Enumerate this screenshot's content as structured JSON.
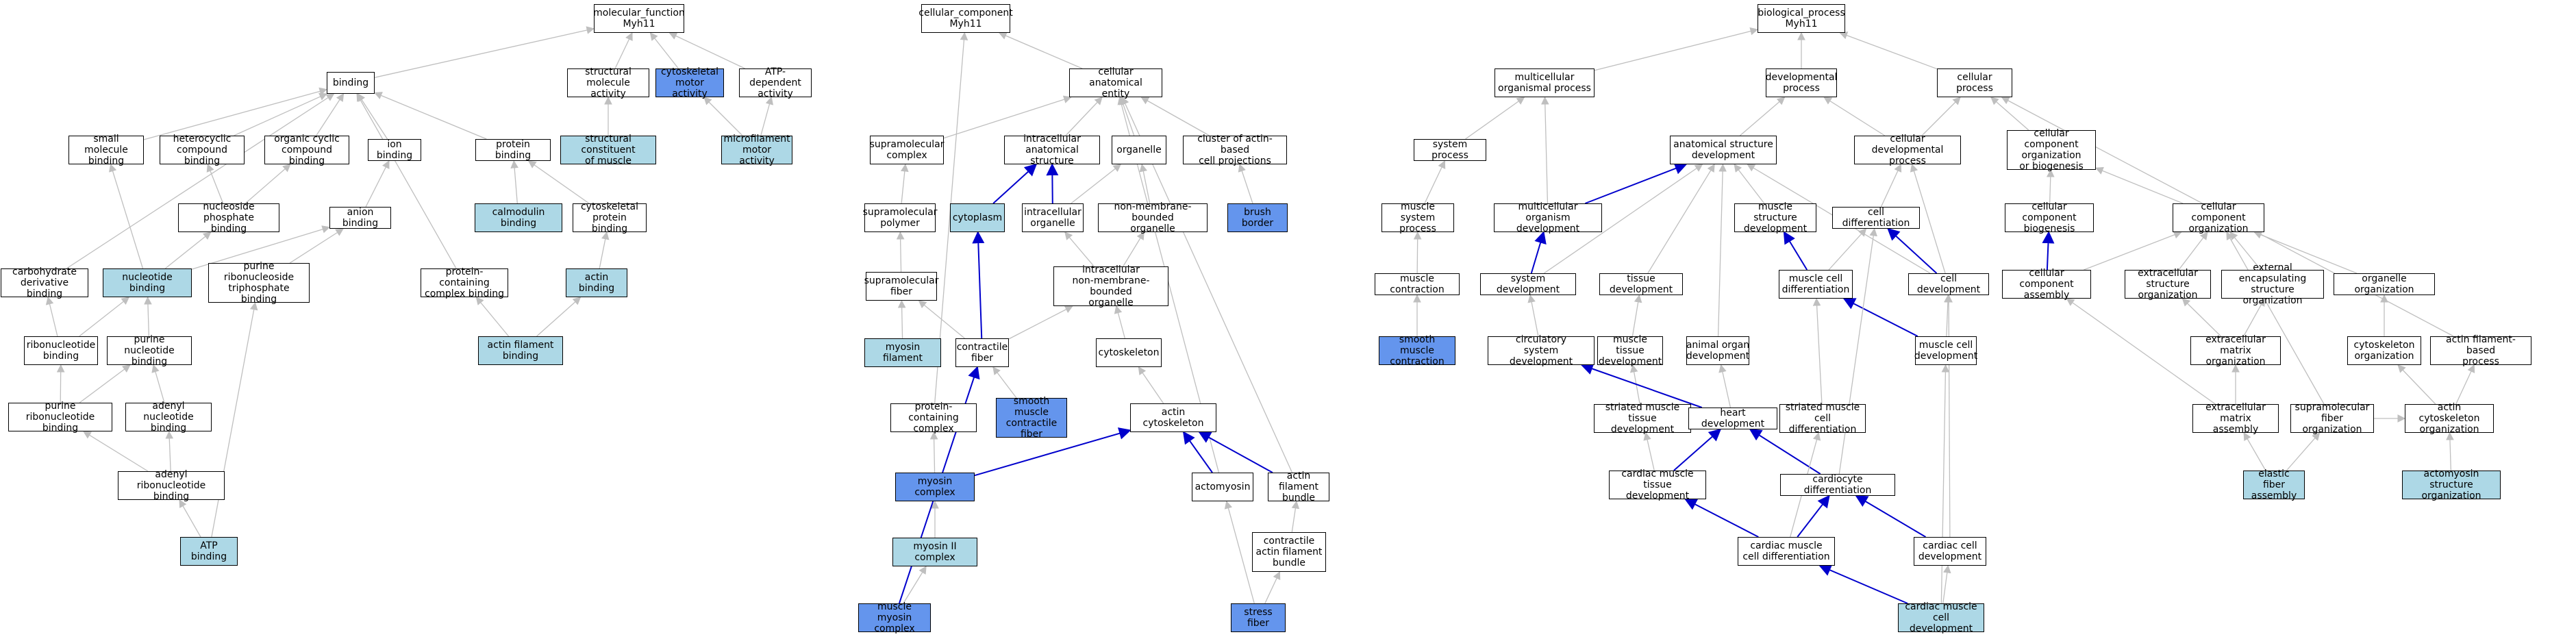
{
  "colors": {
    "plain": "#ffffff",
    "light": "#add8e6",
    "dark": "#6495ed",
    "edge": "#bfbfbf",
    "edge_strong": "#0000cc"
  },
  "nodes": [
    {
      "id": "mf",
      "label": "molecular_function\nMyh11",
      "fill": "plain"
    },
    {
      "id": "binding",
      "label": "binding",
      "fill": "plain"
    },
    {
      "id": "struct_mol",
      "label": "structural molecule\nactivity",
      "fill": "plain"
    },
    {
      "id": "cyto_motor",
      "label": "cytoskeletal\nmotor activity",
      "fill": "dark"
    },
    {
      "id": "atp_dep",
      "label": "ATP-dependent\nactivity",
      "fill": "plain"
    },
    {
      "id": "small_mol",
      "label": "small molecule\nbinding",
      "fill": "plain"
    },
    {
      "id": "hetero",
      "label": "heterocyclic\ncompound binding",
      "fill": "plain"
    },
    {
      "id": "organic",
      "label": "organic cyclic\ncompound binding",
      "fill": "plain"
    },
    {
      "id": "ion",
      "label": "ion binding",
      "fill": "plain"
    },
    {
      "id": "protein_b",
      "label": "protein binding",
      "fill": "plain"
    },
    {
      "id": "struct_const",
      "label": "structural constituent\nof muscle",
      "fill": "light"
    },
    {
      "id": "microfil",
      "label": "microfilament\nmotor activity",
      "fill": "light"
    },
    {
      "id": "nucleoside",
      "label": "nucleoside phosphate\nbinding",
      "fill": "plain"
    },
    {
      "id": "anion",
      "label": "anion binding",
      "fill": "plain"
    },
    {
      "id": "calmodulin",
      "label": "calmodulin binding",
      "fill": "light"
    },
    {
      "id": "cyto_prot",
      "label": "cytoskeletal\nprotein binding",
      "fill": "plain"
    },
    {
      "id": "carb",
      "label": "carbohydrate\nderivative binding",
      "fill": "plain"
    },
    {
      "id": "nucleotide",
      "label": "nucleotide binding",
      "fill": "light"
    },
    {
      "id": "purine_ribo_tri",
      "label": "purine ribonucleoside\ntriphosphate\nbinding",
      "fill": "plain"
    },
    {
      "id": "prot_complex",
      "label": "protein-containing\ncomplex binding",
      "fill": "plain"
    },
    {
      "id": "actin_b",
      "label": "actin binding",
      "fill": "light"
    },
    {
      "id": "ribonuc",
      "label": "ribonucleotide\nbinding",
      "fill": "plain"
    },
    {
      "id": "purine_nuc",
      "label": "purine nucleotide\nbinding",
      "fill": "plain"
    },
    {
      "id": "actin_fil_b",
      "label": "actin filament\nbinding",
      "fill": "light"
    },
    {
      "id": "purine_ribonuc",
      "label": "purine ribonucleotide\nbinding",
      "fill": "plain"
    },
    {
      "id": "adenyl_nuc",
      "label": "adenyl nucleotide\nbinding",
      "fill": "plain"
    },
    {
      "id": "adenyl_ribo",
      "label": "adenyl ribonucleotide\nbinding",
      "fill": "plain"
    },
    {
      "id": "atp_b",
      "label": "ATP binding",
      "fill": "light"
    },
    {
      "id": "cc",
      "label": "cellular_component\nMyh11",
      "fill": "plain"
    },
    {
      "id": "cell_anat",
      "label": "cellular anatomical\nentity",
      "fill": "plain"
    },
    {
      "id": "supramol_cx",
      "label": "supramolecular\ncomplex",
      "fill": "plain"
    },
    {
      "id": "intra_anat",
      "label": "intracellular\nanatomical structure",
      "fill": "plain"
    },
    {
      "id": "organelle",
      "label": "organelle",
      "fill": "plain"
    },
    {
      "id": "cluster",
      "label": "cluster of actin-based\ncell projections",
      "fill": "plain"
    },
    {
      "id": "supramol_poly",
      "label": "supramolecular\npolymer",
      "fill": "plain"
    },
    {
      "id": "cytoplasm",
      "label": "cytoplasm",
      "fill": "light"
    },
    {
      "id": "intra_org",
      "label": "intracellular\norganelle",
      "fill": "plain"
    },
    {
      "id": "nonmem_org",
      "label": "non-membrane-bounded\norganelle",
      "fill": "plain"
    },
    {
      "id": "brush",
      "label": "brush border",
      "fill": "dark"
    },
    {
      "id": "supramol_fib",
      "label": "supramolecular\nfiber",
      "fill": "plain"
    },
    {
      "id": "intra_nonmem",
      "label": "intracellular\nnon-membrane-bounded\norganelle",
      "fill": "plain"
    },
    {
      "id": "myosin_fil",
      "label": "myosin filament",
      "fill": "light"
    },
    {
      "id": "contractile",
      "label": "contractile\nfiber",
      "fill": "plain"
    },
    {
      "id": "cytoskeleton",
      "label": "cytoskeleton",
      "fill": "plain"
    },
    {
      "id": "prot_cx",
      "label": "protein-containing\ncomplex",
      "fill": "plain"
    },
    {
      "id": "smooth_cf",
      "label": "smooth muscle\ncontractile\nfiber",
      "fill": "dark"
    },
    {
      "id": "actin_cyto",
      "label": "actin cytoskeleton",
      "fill": "plain"
    },
    {
      "id": "myosin_cx",
      "label": "myosin complex",
      "fill": "dark"
    },
    {
      "id": "actomyosin",
      "label": "actomyosin",
      "fill": "plain"
    },
    {
      "id": "actin_fil_bundle",
      "label": "actin filament\nbundle",
      "fill": "plain"
    },
    {
      "id": "myosin2",
      "label": "myosin II complex",
      "fill": "light"
    },
    {
      "id": "contr_actin",
      "label": "contractile\nactin filament\nbundle",
      "fill": "plain"
    },
    {
      "id": "muscle_myosin",
      "label": "muscle myosin\ncomplex",
      "fill": "dark"
    },
    {
      "id": "stress",
      "label": "stress fiber",
      "fill": "dark"
    },
    {
      "id": "bp",
      "label": "biological_process\nMyh11",
      "fill": "plain"
    },
    {
      "id": "multi_org",
      "label": "multicellular\norganismal process",
      "fill": "plain"
    },
    {
      "id": "dev_proc",
      "label": "developmental\nprocess",
      "fill": "plain"
    },
    {
      "id": "cell_proc",
      "label": "cellular process",
      "fill": "plain"
    },
    {
      "id": "system_proc",
      "label": "system process",
      "fill": "plain"
    },
    {
      "id": "anat_dev",
      "label": "anatomical structure\ndevelopment",
      "fill": "plain"
    },
    {
      "id": "cell_dev_proc",
      "label": "cellular developmental\nprocess",
      "fill": "plain"
    },
    {
      "id": "ccob",
      "label": "cellular component\norganization\nor biogenesis",
      "fill": "plain"
    },
    {
      "id": "muscle_sys",
      "label": "muscle system\nprocess",
      "fill": "plain"
    },
    {
      "id": "multi_org_dev",
      "label": "multicellular\norganism development",
      "fill": "plain"
    },
    {
      "id": "muscle_struct",
      "label": "muscle structure\ndevelopment",
      "fill": "plain"
    },
    {
      "id": "cell_diff",
      "label": "cell differentiation",
      "fill": "plain"
    },
    {
      "id": "ccb",
      "label": "cellular component\nbiogenesis",
      "fill": "plain"
    },
    {
      "id": "cco",
      "label": "cellular component\norganization",
      "fill": "plain"
    },
    {
      "id": "muscle_contr",
      "label": "muscle contraction",
      "fill": "plain"
    },
    {
      "id": "sys_dev",
      "label": "system development",
      "fill": "plain"
    },
    {
      "id": "tissue_dev",
      "label": "tissue development",
      "fill": "plain"
    },
    {
      "id": "muscle_cell_diff",
      "label": "muscle cell\ndifferentiation",
      "fill": "plain"
    },
    {
      "id": "cell_dev",
      "label": "cell development",
      "fill": "plain"
    },
    {
      "id": "cca",
      "label": "cellular component\nassembly",
      "fill": "plain"
    },
    {
      "id": "ext_struct",
      "label": "extracellular\nstructure organization",
      "fill": "plain"
    },
    {
      "id": "ext_encap",
      "label": "external encapsulating\nstructure organization",
      "fill": "plain"
    },
    {
      "id": "organelle_org",
      "label": "organelle organization",
      "fill": "plain"
    },
    {
      "id": "smooth_contr",
      "label": "smooth muscle\ncontraction",
      "fill": "dark"
    },
    {
      "id": "circ",
      "label": "circulatory\nsystem development",
      "fill": "plain"
    },
    {
      "id": "muscle_tissue",
      "label": "muscle tissue\ndevelopment",
      "fill": "plain"
    },
    {
      "id": "animal_organ",
      "label": "animal organ\ndevelopment",
      "fill": "plain"
    },
    {
      "id": "muscle_cell_dev",
      "label": "muscle cell\ndevelopment",
      "fill": "plain"
    },
    {
      "id": "ecm_org",
      "label": "extracellular\nmatrix organization",
      "fill": "plain"
    },
    {
      "id": "cytoskel_org",
      "label": "cytoskeleton\norganization",
      "fill": "plain"
    },
    {
      "id": "actin_fil_proc",
      "label": "actin filament-based\nprocess",
      "fill": "plain"
    },
    {
      "id": "striated_tissue",
      "label": "striated muscle\ntissue development",
      "fill": "plain"
    },
    {
      "id": "heart_dev",
      "label": "heart development",
      "fill": "plain"
    },
    {
      "id": "striated_cell_diff",
      "label": "striated muscle\ncell differentiation",
      "fill": "plain"
    },
    {
      "id": "ecm_assembly",
      "label": "extracellular\nmatrix assembly",
      "fill": "plain"
    },
    {
      "id": "supramol_fib_org",
      "label": "supramolecular\nfiber organization",
      "fill": "plain"
    },
    {
      "id": "actin_cyto_org",
      "label": "actin cytoskeleton\norganization",
      "fill": "plain"
    },
    {
      "id": "cardiac_tissue",
      "label": "cardiac muscle\ntissue development",
      "fill": "plain"
    },
    {
      "id": "cardiocyte",
      "label": "cardiocyte differentiation",
      "fill": "plain"
    },
    {
      "id": "elastic",
      "label": "elastic fiber\nassembly",
      "fill": "light"
    },
    {
      "id": "actomyosin_org",
      "label": "actomyosin structure\norganization",
      "fill": "light"
    },
    {
      "id": "cardiac_cell_diff",
      "label": "cardiac muscle\ncell differentiation",
      "fill": "plain"
    },
    {
      "id": "cardiac_cell_dev",
      "label": "cardiac cell\ndevelopment",
      "fill": "plain"
    },
    {
      "id": "cardiac_muscle_cell_dev",
      "label": "cardiac muscle\ncell development",
      "fill": "light"
    }
  ],
  "edges": [
    [
      "binding",
      "mf",
      0
    ],
    [
      "struct_mol",
      "mf",
      0
    ],
    [
      "cyto_motor",
      "mf",
      0
    ],
    [
      "atp_dep",
      "mf",
      0
    ],
    [
      "small_mol",
      "binding",
      0
    ],
    [
      "hetero",
      "binding",
      0
    ],
    [
      "organic",
      "binding",
      0
    ],
    [
      "ion",
      "binding",
      0
    ],
    [
      "protein_b",
      "binding",
      0
    ],
    [
      "carb",
      "binding",
      0
    ],
    [
      "prot_complex",
      "binding",
      0
    ],
    [
      "struct_const",
      "struct_mol",
      0
    ],
    [
      "microfil",
      "cyto_motor",
      0
    ],
    [
      "microfil",
      "atp_dep",
      0
    ],
    [
      "nucleoside",
      "hetero",
      0
    ],
    [
      "nucleoside",
      "organic",
      0
    ],
    [
      "anion",
      "ion",
      0
    ],
    [
      "calmodulin",
      "protein_b",
      0
    ],
    [
      "cyto_prot",
      "protein_b",
      0
    ],
    [
      "nucleotide",
      "small_mol",
      0
    ],
    [
      "nucleotide",
      "nucleoside",
      0
    ],
    [
      "nucleotide",
      "anion",
      0
    ],
    [
      "purine_ribo_tri",
      "anion",
      0
    ],
    [
      "actin_b",
      "cyto_prot",
      0
    ],
    [
      "ribonuc",
      "carb",
      0
    ],
    [
      "ribonuc",
      "nucleotide",
      0
    ],
    [
      "purine_nuc",
      "nucleotide",
      0
    ],
    [
      "actin_fil_b",
      "actin_b",
      0
    ],
    [
      "actin_fil_b",
      "prot_complex",
      0
    ],
    [
      "purine_ribonuc",
      "ribonuc",
      0
    ],
    [
      "purine_ribonuc",
      "purine_nuc",
      0
    ],
    [
      "adenyl_nuc",
      "purine_nuc",
      0
    ],
    [
      "adenyl_ribo",
      "purine_ribonuc",
      0
    ],
    [
      "adenyl_ribo",
      "adenyl_nuc",
      0
    ],
    [
      "atp_b",
      "adenyl_ribo",
      0
    ],
    [
      "atp_b",
      "purine_ribo_tri",
      0
    ],
    [
      "cell_anat",
      "cc",
      0
    ],
    [
      "prot_cx",
      "cc",
      0
    ],
    [
      "supramol_cx",
      "cell_anat",
      0
    ],
    [
      "intra_anat",
      "cell_anat",
      0
    ],
    [
      "organelle",
      "cell_anat",
      0
    ],
    [
      "cluster",
      "cell_anat",
      0
    ],
    [
      "actin_fil_bundle",
      "cell_anat",
      0
    ],
    [
      "actomyosin",
      "cell_anat",
      0
    ],
    [
      "supramol_poly",
      "supramol_cx",
      0
    ],
    [
      "cytoplasm",
      "intra_anat",
      1
    ],
    [
      "intra_org",
      "intra_anat",
      1
    ],
    [
      "intra_org",
      "organelle",
      0
    ],
    [
      "nonmem_org",
      "organelle",
      0
    ],
    [
      "brush",
      "cluster",
      0
    ],
    [
      "supramol_fib",
      "supramol_poly",
      0
    ],
    [
      "intra_nonmem",
      "intra_org",
      0
    ],
    [
      "intra_nonmem",
      "nonmem_org",
      0
    ],
    [
      "myosin_fil",
      "supramol_fib",
      0
    ],
    [
      "contractile",
      "supramol_fib",
      0
    ],
    [
      "contractile",
      "cytoplasm",
      1
    ],
    [
      "contractile",
      "intra_nonmem",
      0
    ],
    [
      "cytoskeleton",
      "intra_nonmem",
      0
    ],
    [
      "smooth_cf",
      "contractile",
      0
    ],
    [
      "actin_cyto",
      "cytoskeleton",
      0
    ],
    [
      "myosin_cx",
      "prot_cx",
      0
    ],
    [
      "myosin_cx",
      "actin_cyto",
      1
    ],
    [
      "actomyosin",
      "actin_cyto",
      1
    ],
    [
      "actin_fil_bundle",
      "actin_cyto",
      1
    ],
    [
      "myosin2",
      "myosin_cx",
      0
    ],
    [
      "contr_actin",
      "actin_fil_bundle",
      0
    ],
    [
      "muscle_myosin",
      "myosin2",
      0
    ],
    [
      "muscle_myosin",
      "contractile",
      1
    ],
    [
      "stress",
      "contr_actin",
      0
    ],
    [
      "stress",
      "actomyosin",
      0
    ],
    [
      "multi_org",
      "bp",
      0
    ],
    [
      "dev_proc",
      "bp",
      0
    ],
    [
      "cell_proc",
      "bp",
      0
    ],
    [
      "system_proc",
      "multi_org",
      0
    ],
    [
      "multi_org_dev",
      "multi_org",
      0
    ],
    [
      "anat_dev",
      "dev_proc",
      0
    ],
    [
      "cell_dev_proc",
      "dev_proc",
      0
    ],
    [
      "cell_dev_proc",
      "cell_proc",
      0
    ],
    [
      "ccob",
      "cell_proc",
      0
    ],
    [
      "actin_fil_proc",
      "cell_proc",
      0
    ],
    [
      "muscle_sys",
      "system_proc",
      0
    ],
    [
      "muscle_contr",
      "muscle_sys",
      0
    ],
    [
      "smooth_contr",
      "muscle_contr",
      0
    ],
    [
      "multi_org_dev",
      "anat_dev",
      1
    ],
    [
      "sys_dev",
      "multi_org_dev",
      1
    ],
    [
      "sys_dev",
      "anat_dev",
      0
    ],
    [
      "tissue_dev",
      "anat_dev",
      0
    ],
    [
      "muscle_struct",
      "anat_dev",
      0
    ],
    [
      "animal_organ",
      "anat_dev",
      0
    ],
    [
      "cell_dev",
      "anat_dev",
      0
    ],
    [
      "cell_diff",
      "cell_dev_proc",
      0
    ],
    [
      "cell_dev",
      "cell_dev_proc",
      0
    ],
    [
      "cell_dev",
      "cell_diff",
      1
    ],
    [
      "muscle_cell_diff",
      "muscle_struct",
      1
    ],
    [
      "muscle_cell_diff",
      "cell_diff",
      0
    ],
    [
      "ccb",
      "ccob",
      0
    ],
    [
      "cco",
      "ccob",
      0
    ],
    [
      "cca",
      "ccb",
      1
    ],
    [
      "cca",
      "cco",
      0
    ],
    [
      "ext_struct",
      "cco",
      0
    ],
    [
      "ext_encap",
      "cco",
      0
    ],
    [
      "organelle_org",
      "cco",
      0
    ],
    [
      "supramol_fib_org",
      "cco",
      0
    ],
    [
      "circ",
      "sys_dev",
      0
    ],
    [
      "muscle_tissue",
      "tissue_dev",
      0
    ],
    [
      "muscle_cell_dev",
      "muscle_cell_diff",
      1
    ],
    [
      "muscle_cell_dev",
      "cell_dev",
      0
    ],
    [
      "ecm_org",
      "ext_struct",
      0
    ],
    [
      "ecm_org",
      "ext_encap",
      0
    ],
    [
      "ecm_assembly",
      "ecm_org",
      0
    ],
    [
      "ecm_assembly",
      "cca",
      0
    ],
    [
      "cytoskel_org",
      "organelle_org",
      0
    ],
    [
      "actin_cyto_org",
      "cytoskel_org",
      0
    ],
    [
      "actin_cyto_org",
      "actin_fil_proc",
      0
    ],
    [
      "striated_tissue",
      "muscle_tissue",
      0
    ],
    [
      "heart_dev",
      "circ",
      1
    ],
    [
      "heart_dev",
      "animal_organ",
      0
    ],
    [
      "striated_cell_diff",
      "muscle_cell_diff",
      0
    ],
    [
      "supramol_fib_org",
      "actin_cyto_org",
      0
    ],
    [
      "elastic",
      "ecm_assembly",
      0
    ],
    [
      "elastic",
      "supramol_fib_org",
      0
    ],
    [
      "actomyosin_org",
      "actin_cyto_org",
      0
    ],
    [
      "cardiac_tissue",
      "striated_tissue",
      0
    ],
    [
      "cardiac_tissue",
      "heart_dev",
      1
    ],
    [
      "cardiocyte",
      "heart_dev",
      1
    ],
    [
      "cardiocyte",
      "cell_diff",
      0
    ],
    [
      "cardiac_cell_diff",
      "cardiac_tissue",
      1
    ],
    [
      "cardiac_cell_diff",
      "striated_cell_diff",
      0
    ],
    [
      "cardiac_cell_diff",
      "cardiocyte",
      1
    ],
    [
      "cardiac_cell_dev",
      "cardiocyte",
      1
    ],
    [
      "cardiac_cell_dev",
      "cell_dev",
      0
    ],
    [
      "cardiac_muscle_cell_dev",
      "cardiac_cell_diff",
      1
    ],
    [
      "cardiac_muscle_cell_dev",
      "cardiac_cell_dev",
      0
    ],
    [
      "cardiac_muscle_cell_dev",
      "muscle_cell_dev",
      0
    ]
  ]
}
